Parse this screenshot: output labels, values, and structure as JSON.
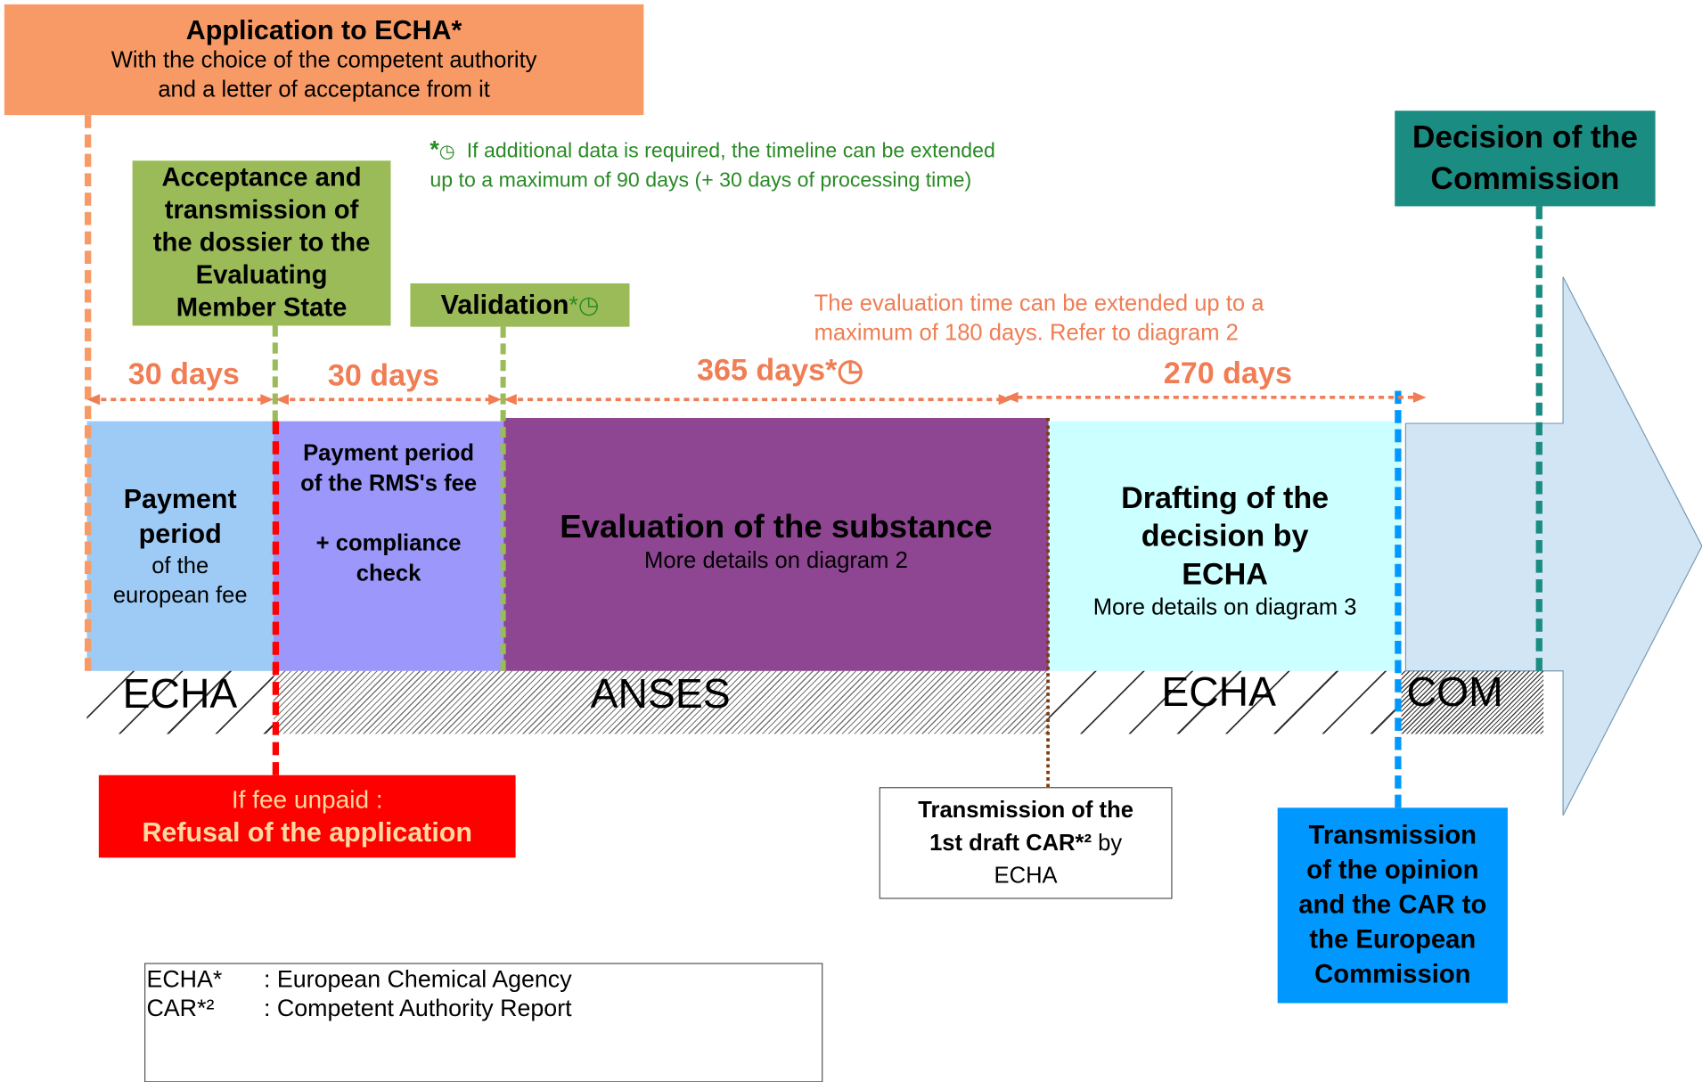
{
  "application": {
    "title": "Application to ECHA*",
    "line1": "With the choice of the competent authority",
    "line2": "and a letter of acceptance from it"
  },
  "acceptance": {
    "line1": "Acceptance and",
    "line2": "transmission of",
    "line3": "the dossier to the",
    "line4": "Evaluating",
    "line5": "Member State"
  },
  "validation": {
    "label": "Validation",
    "mark": "*◷"
  },
  "note_additional": {
    "mark": "*",
    "clock": "◷",
    "line1": "If additional data is required, the timeline can be extended",
    "line2": "up to a maximum of 90 days (+ 30 days of processing time)"
  },
  "note_evaluation": {
    "line1": "The evaluation time can be extended up to a",
    "line2": "maximum of 180 days. Refer to diagram 2"
  },
  "decision": {
    "line1": "Decision of the",
    "line2": "Commission"
  },
  "durations": {
    "d1": "30 days",
    "d2": "30 days",
    "d3": "365 days*◷",
    "d4": "270 days"
  },
  "phases": {
    "payment_european": {
      "title1": "Payment",
      "title2": "period",
      "sub1": "of the",
      "sub2": "european fee"
    },
    "payment_rms": {
      "line1": "Payment period",
      "line2": "of the RMS's fee",
      "line3": "+ compliance",
      "line4": "check"
    },
    "evaluation": {
      "title": "Evaluation of the substance",
      "sub": "More details on diagram 2"
    },
    "drafting": {
      "line1": "Drafting of the",
      "line2": "decision by",
      "line3": "ECHA",
      "sub": "More details on diagram 3"
    }
  },
  "agencies": {
    "echa1": "ECHA",
    "anses": "ANSES",
    "echa2": "ECHA",
    "com": "COM"
  },
  "refusal": {
    "line1": "If fee unpaid :",
    "line2": "Refusal of the application"
  },
  "transmission_car": {
    "line1": "Transmission of the",
    "line2": "1st draft CAR*²",
    "line2b": " by",
    "line3": "ECHA"
  },
  "transmission_opinion": {
    "line1": "Transmission",
    "line2": "of the opinion",
    "line3": "and the CAR to",
    "line4": "the European",
    "line5": "Commission"
  },
  "legend": [
    {
      "abbr": "ECHA*",
      "desc": ": European Chemical Agency"
    },
    {
      "abbr": "CAR*²",
      "desc": ": Competent Authority Report"
    }
  ],
  "colors": {
    "application": "#f79a66",
    "acceptance": "#9bbb59",
    "decision": "#1b8c82",
    "payment_european": "#9ecbf6",
    "payment_rms": "#9b97fb",
    "evaluation": "#8e4592",
    "drafting": "#ccffff",
    "arrow": "#d2e5f4",
    "refusal": "#ff0000",
    "transmission_opinion": "#0098ff",
    "days": "#f07d54",
    "note_green": "#2a8a26"
  }
}
